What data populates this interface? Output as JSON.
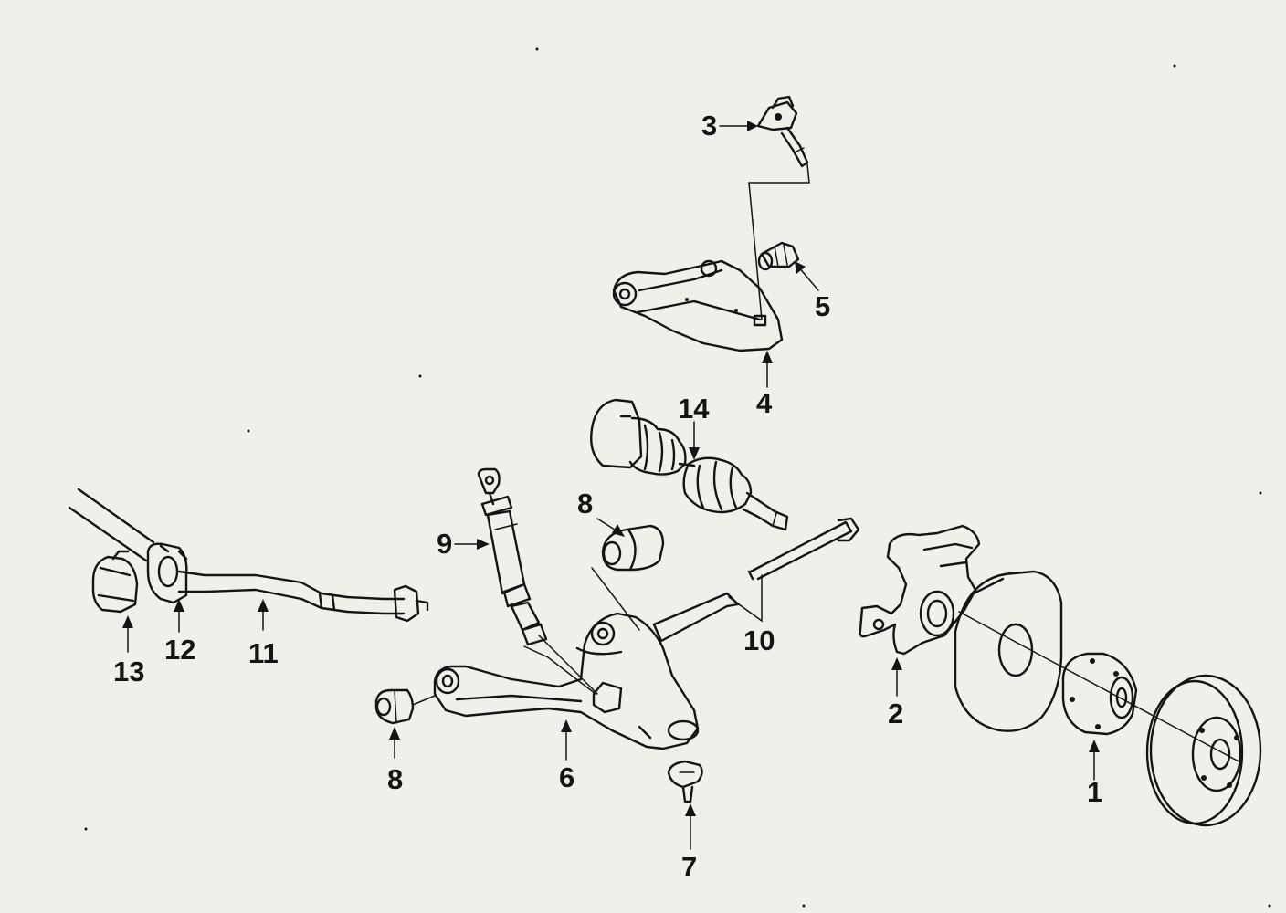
{
  "diagram": {
    "callouts": [
      {
        "id": "1",
        "text": "1"
      },
      {
        "id": "2",
        "text": "2"
      },
      {
        "id": "3",
        "text": "3"
      },
      {
        "id": "4",
        "text": "4"
      },
      {
        "id": "5",
        "text": "5"
      },
      {
        "id": "6",
        "text": "6"
      },
      {
        "id": "7",
        "text": "7"
      },
      {
        "id": "8a",
        "text": "8"
      },
      {
        "id": "8b",
        "text": "8"
      },
      {
        "id": "9",
        "text": "9"
      },
      {
        "id": "10",
        "text": "10"
      },
      {
        "id": "11",
        "text": "11"
      },
      {
        "id": "12",
        "text": "12"
      },
      {
        "id": "13",
        "text": "13"
      },
      {
        "id": "14",
        "text": "14"
      }
    ]
  },
  "colors": {
    "background": "#f1efea",
    "ink": "#141414"
  }
}
